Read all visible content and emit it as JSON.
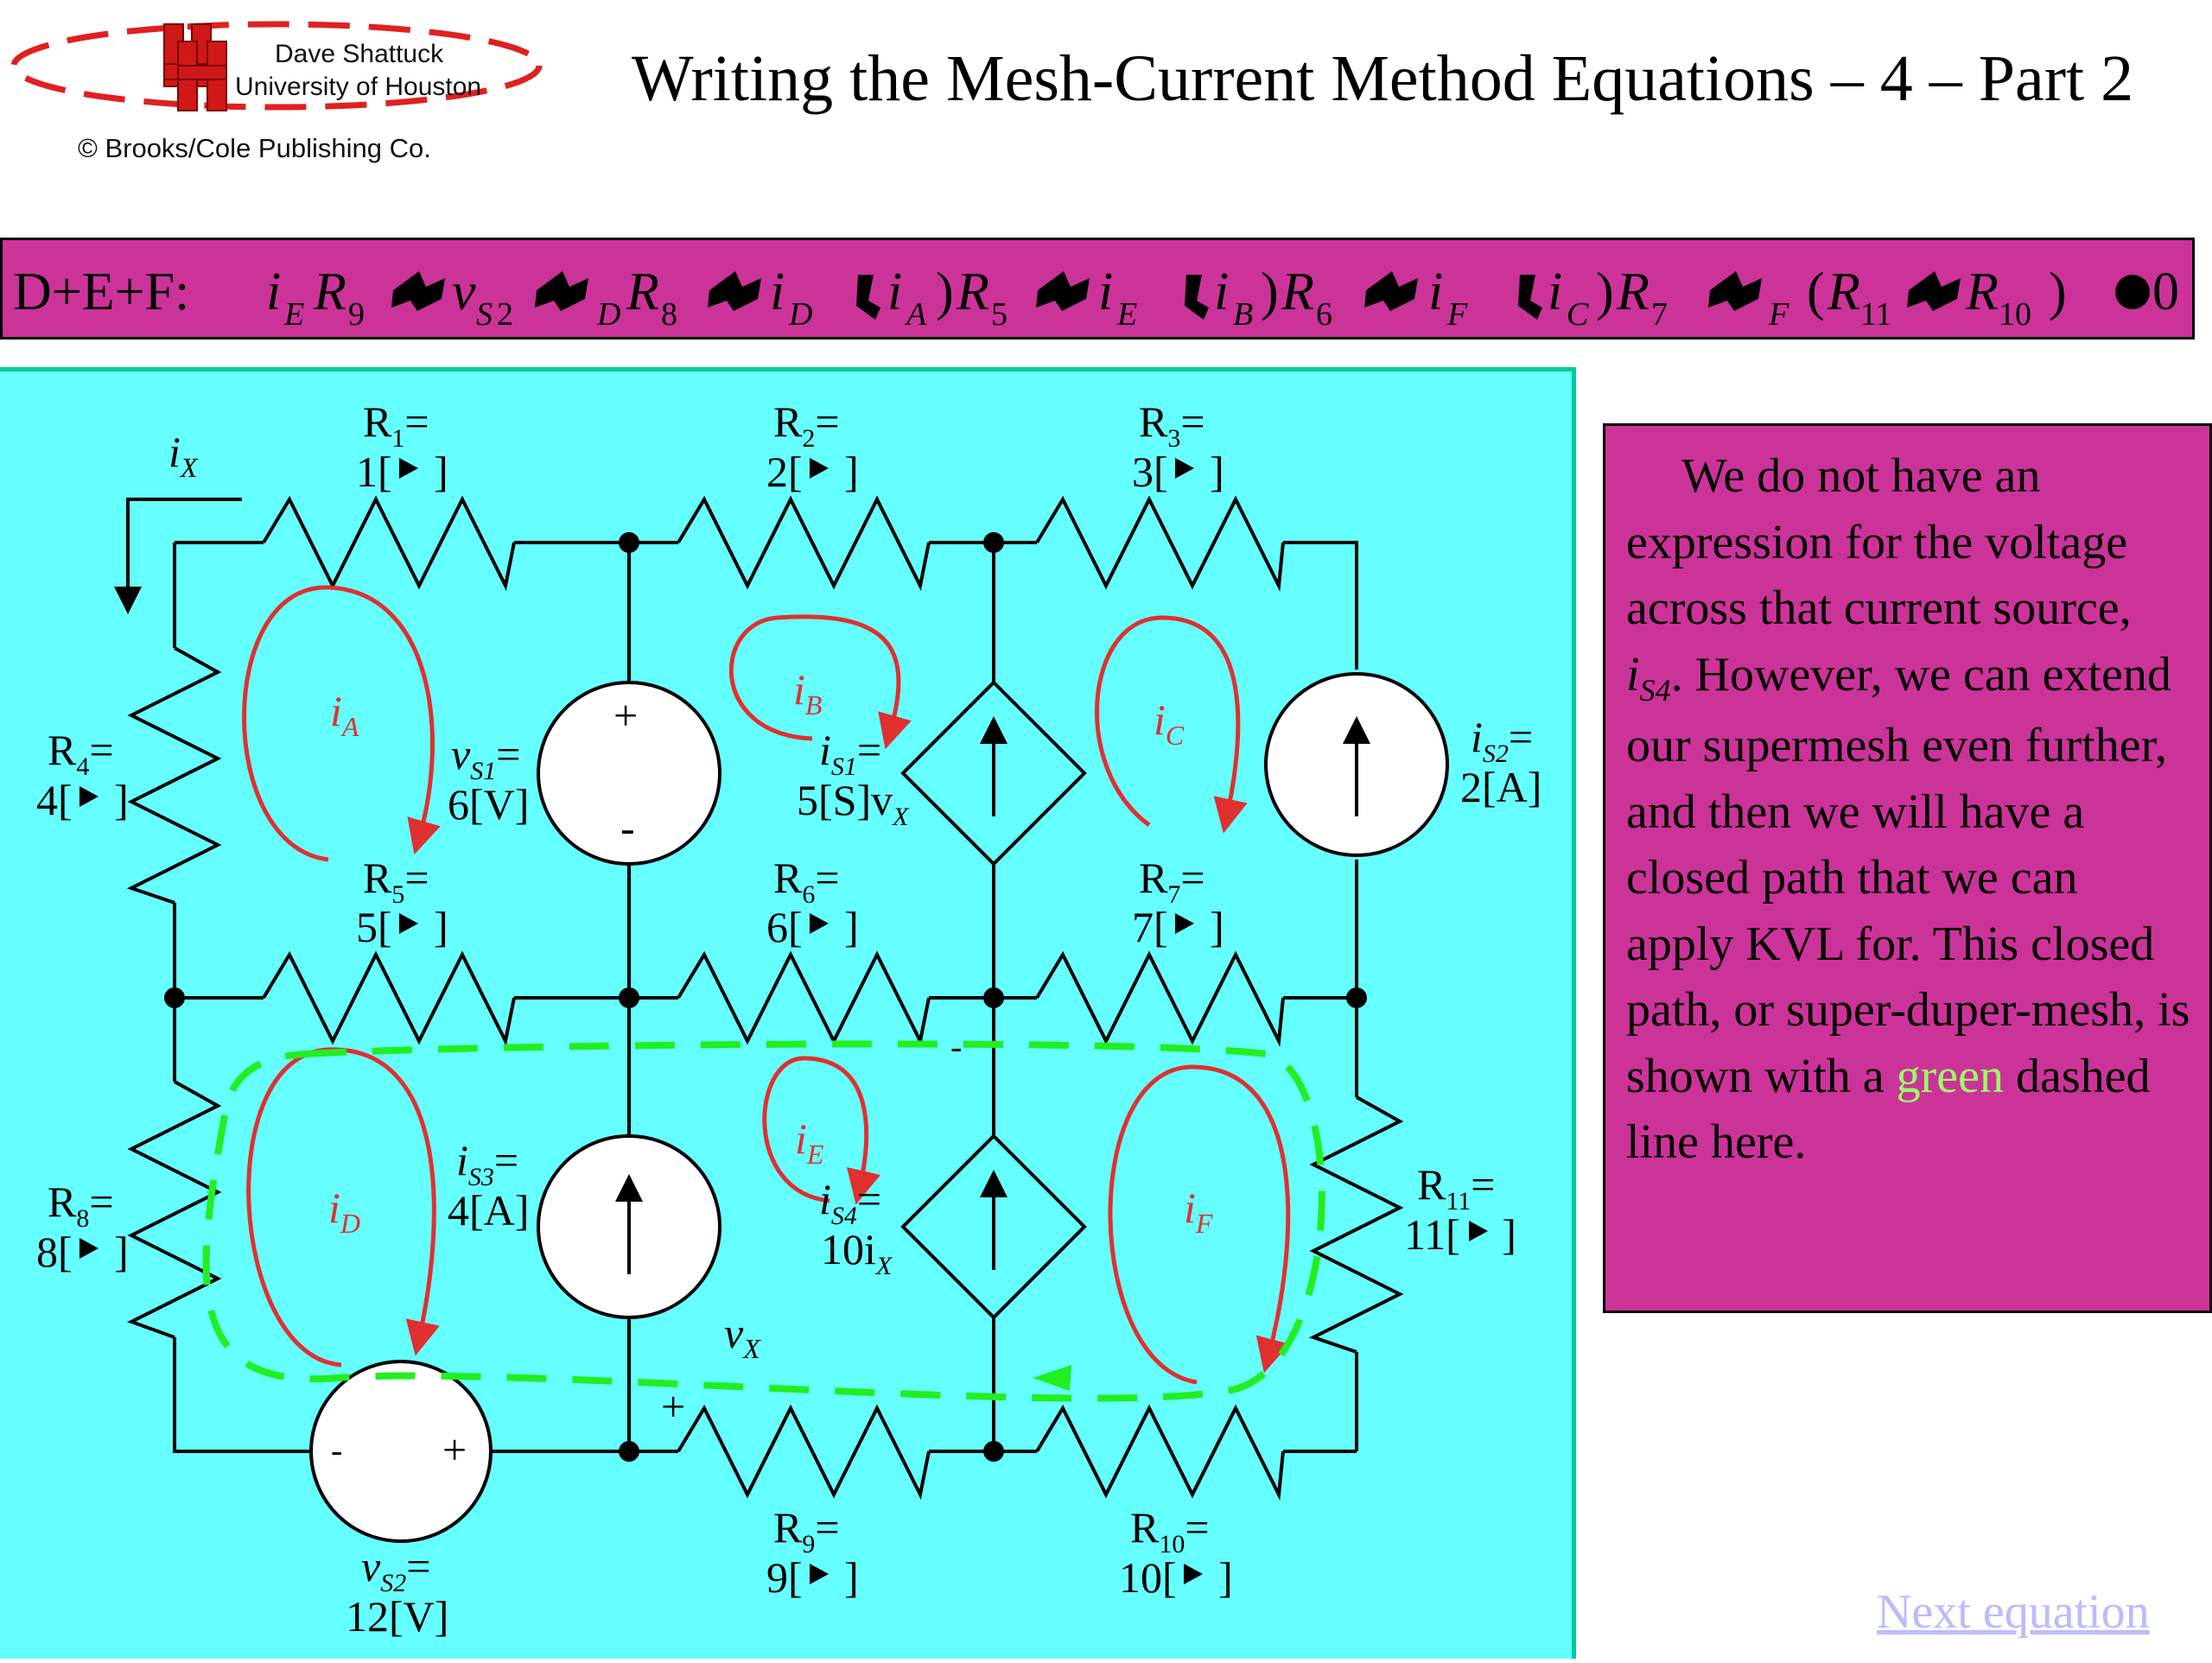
{
  "header": {
    "logo_name": "Dave Shattuck",
    "logo_university": "University of Houston",
    "logo_copyright": "© Brooks/Cole Publishing Co.",
    "title": "Writing the Mesh-Current Method Equations – 4 – Part 2"
  },
  "equation": {
    "label": "D+E+F:",
    "equals": "0"
  },
  "circuit": {
    "resistors": [
      {
        "name": "R",
        "sub": "1",
        "value": "1[",
        "unit": " ]"
      },
      {
        "name": "R",
        "sub": "2",
        "value": "2[",
        "unit": " ]"
      },
      {
        "name": "R",
        "sub": "3",
        "value": "3[",
        "unit": " ]"
      },
      {
        "name": "R",
        "sub": "4",
        "value": "4[",
        "unit": " ]"
      },
      {
        "name": "R",
        "sub": "5",
        "value": "5[",
        "unit": " ]"
      },
      {
        "name": "R",
        "sub": "6",
        "value": "6[",
        "unit": " ]"
      },
      {
        "name": "R",
        "sub": "7",
        "value": "7[",
        "unit": " ]"
      },
      {
        "name": "R",
        "sub": "8",
        "value": "8[",
        "unit": " ]"
      },
      {
        "name": "R",
        "sub": "9",
        "value": "9[",
        "unit": " ]"
      },
      {
        "name": "R",
        "sub": "10",
        "value": "10[",
        "unit": " ]"
      },
      {
        "name": "R",
        "sub": "11",
        "value": "11[",
        "unit": " ]"
      }
    ],
    "sources": {
      "vs1": {
        "sub": "S1",
        "value": "6[V]"
      },
      "vs2": {
        "sub": "S2",
        "value": "12[V]"
      },
      "is1": {
        "sub": "S1",
        "value": "5[S]v",
        "value_sub": "X"
      },
      "is2": {
        "sub": "S2",
        "value": "2[A]"
      },
      "is3": {
        "sub": "S3",
        "value": "4[A]"
      },
      "is4": {
        "sub": "S4",
        "value": "10i",
        "value_sub": "X"
      }
    },
    "mesh_currents": [
      "A",
      "B",
      "C",
      "D",
      "E",
      "F"
    ],
    "ix_label": "X",
    "vx_label": "X",
    "plus": "+",
    "minus": "-",
    "colors": {
      "panel": "#66ffff",
      "mesh_arrow": "#e03030",
      "supermesh": "#22ee22",
      "box": "#cc3399"
    }
  },
  "note": {
    "text_before": "We do not have an expression for the voltage across that current source, ",
    "symbol": "i",
    "symbol_sub": "S4",
    "text_middle": ". However, we can extend our supermesh even further, and then we will have a closed path that we can apply KVL for. This closed path, or super-duper-mesh, is shown with a ",
    "green_word": "green",
    "text_after": " dashed line here."
  },
  "next_link": "Next equation"
}
